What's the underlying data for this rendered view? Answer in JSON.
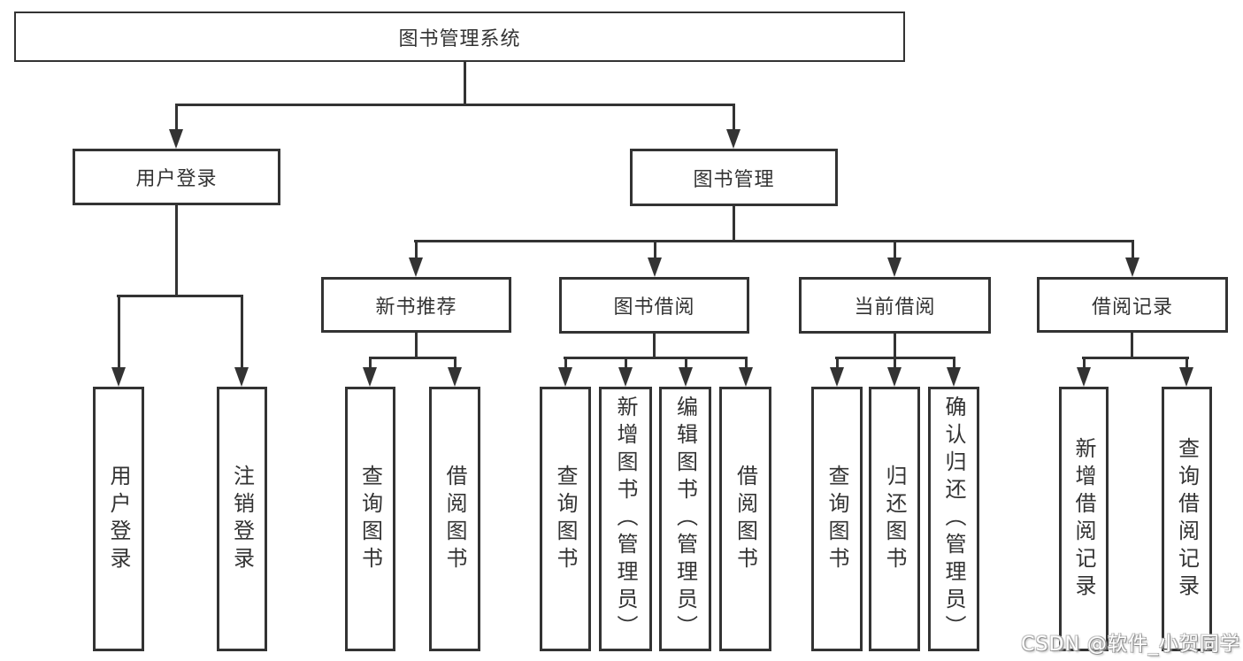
{
  "diagram": {
    "title": "图书管理系统",
    "nodes": {
      "root": "图书管理系统",
      "user_login": "用户登录",
      "book_mgmt": "图书管理",
      "new_book_rec": "新书推荐",
      "book_borrow": "图书借阅",
      "current_borrow": "当前借阅",
      "borrow_records": "借阅记录",
      "user_login_leaf": "用户登录",
      "logout_leaf": "注销登录",
      "nbr_query_book": "查询图书",
      "nbr_borrow_book": "借阅图书",
      "bb_query_book": "查询图书",
      "bb_add_book": "新增图书（管理员）",
      "bb_edit_book": "编辑图书（管理员）",
      "bb_borrow_book": "借阅图书",
      "cb_query_book": "查询图书",
      "cb_return_book": "归还图书",
      "cb_confirm_return": "确认归还（管理员）",
      "br_add_record": "新增借阅记录",
      "br_query_record": "查询借阅记录"
    },
    "edges": [
      {
        "from": "图书管理系统",
        "to": "用户登录"
      },
      {
        "from": "图书管理系统",
        "to": "图书管理"
      },
      {
        "from": "用户登录",
        "to": "用户登录"
      },
      {
        "from": "用户登录",
        "to": "注销登录"
      },
      {
        "from": "图书管理",
        "to": "新书推荐"
      },
      {
        "from": "图书管理",
        "to": "图书借阅"
      },
      {
        "from": "图书管理",
        "to": "当前借阅"
      },
      {
        "from": "图书管理",
        "to": "借阅记录"
      },
      {
        "from": "新书推荐",
        "to": "查询图书"
      },
      {
        "from": "新书推荐",
        "to": "借阅图书"
      },
      {
        "from": "图书借阅",
        "to": "查询图书"
      },
      {
        "from": "图书借阅",
        "to": "新增图书（管理员）"
      },
      {
        "from": "图书借阅",
        "to": "编辑图书（管理员）"
      },
      {
        "from": "图书借阅",
        "to": "借阅图书"
      },
      {
        "from": "当前借阅",
        "to": "查询图书"
      },
      {
        "from": "当前借阅",
        "to": "归还图书"
      },
      {
        "from": "当前借阅",
        "to": "确认归还（管理员）"
      },
      {
        "from": "借阅记录",
        "to": "新增借阅记录"
      },
      {
        "from": "借阅记录",
        "to": "查询借阅记录"
      }
    ],
    "colors": {
      "line": "#333333",
      "box_background": "#ffffff",
      "page_background": "#ffffff",
      "watermark_text": "#ffffff"
    }
  },
  "watermark": {
    "text": "CSDN @软件_小贺同学"
  }
}
